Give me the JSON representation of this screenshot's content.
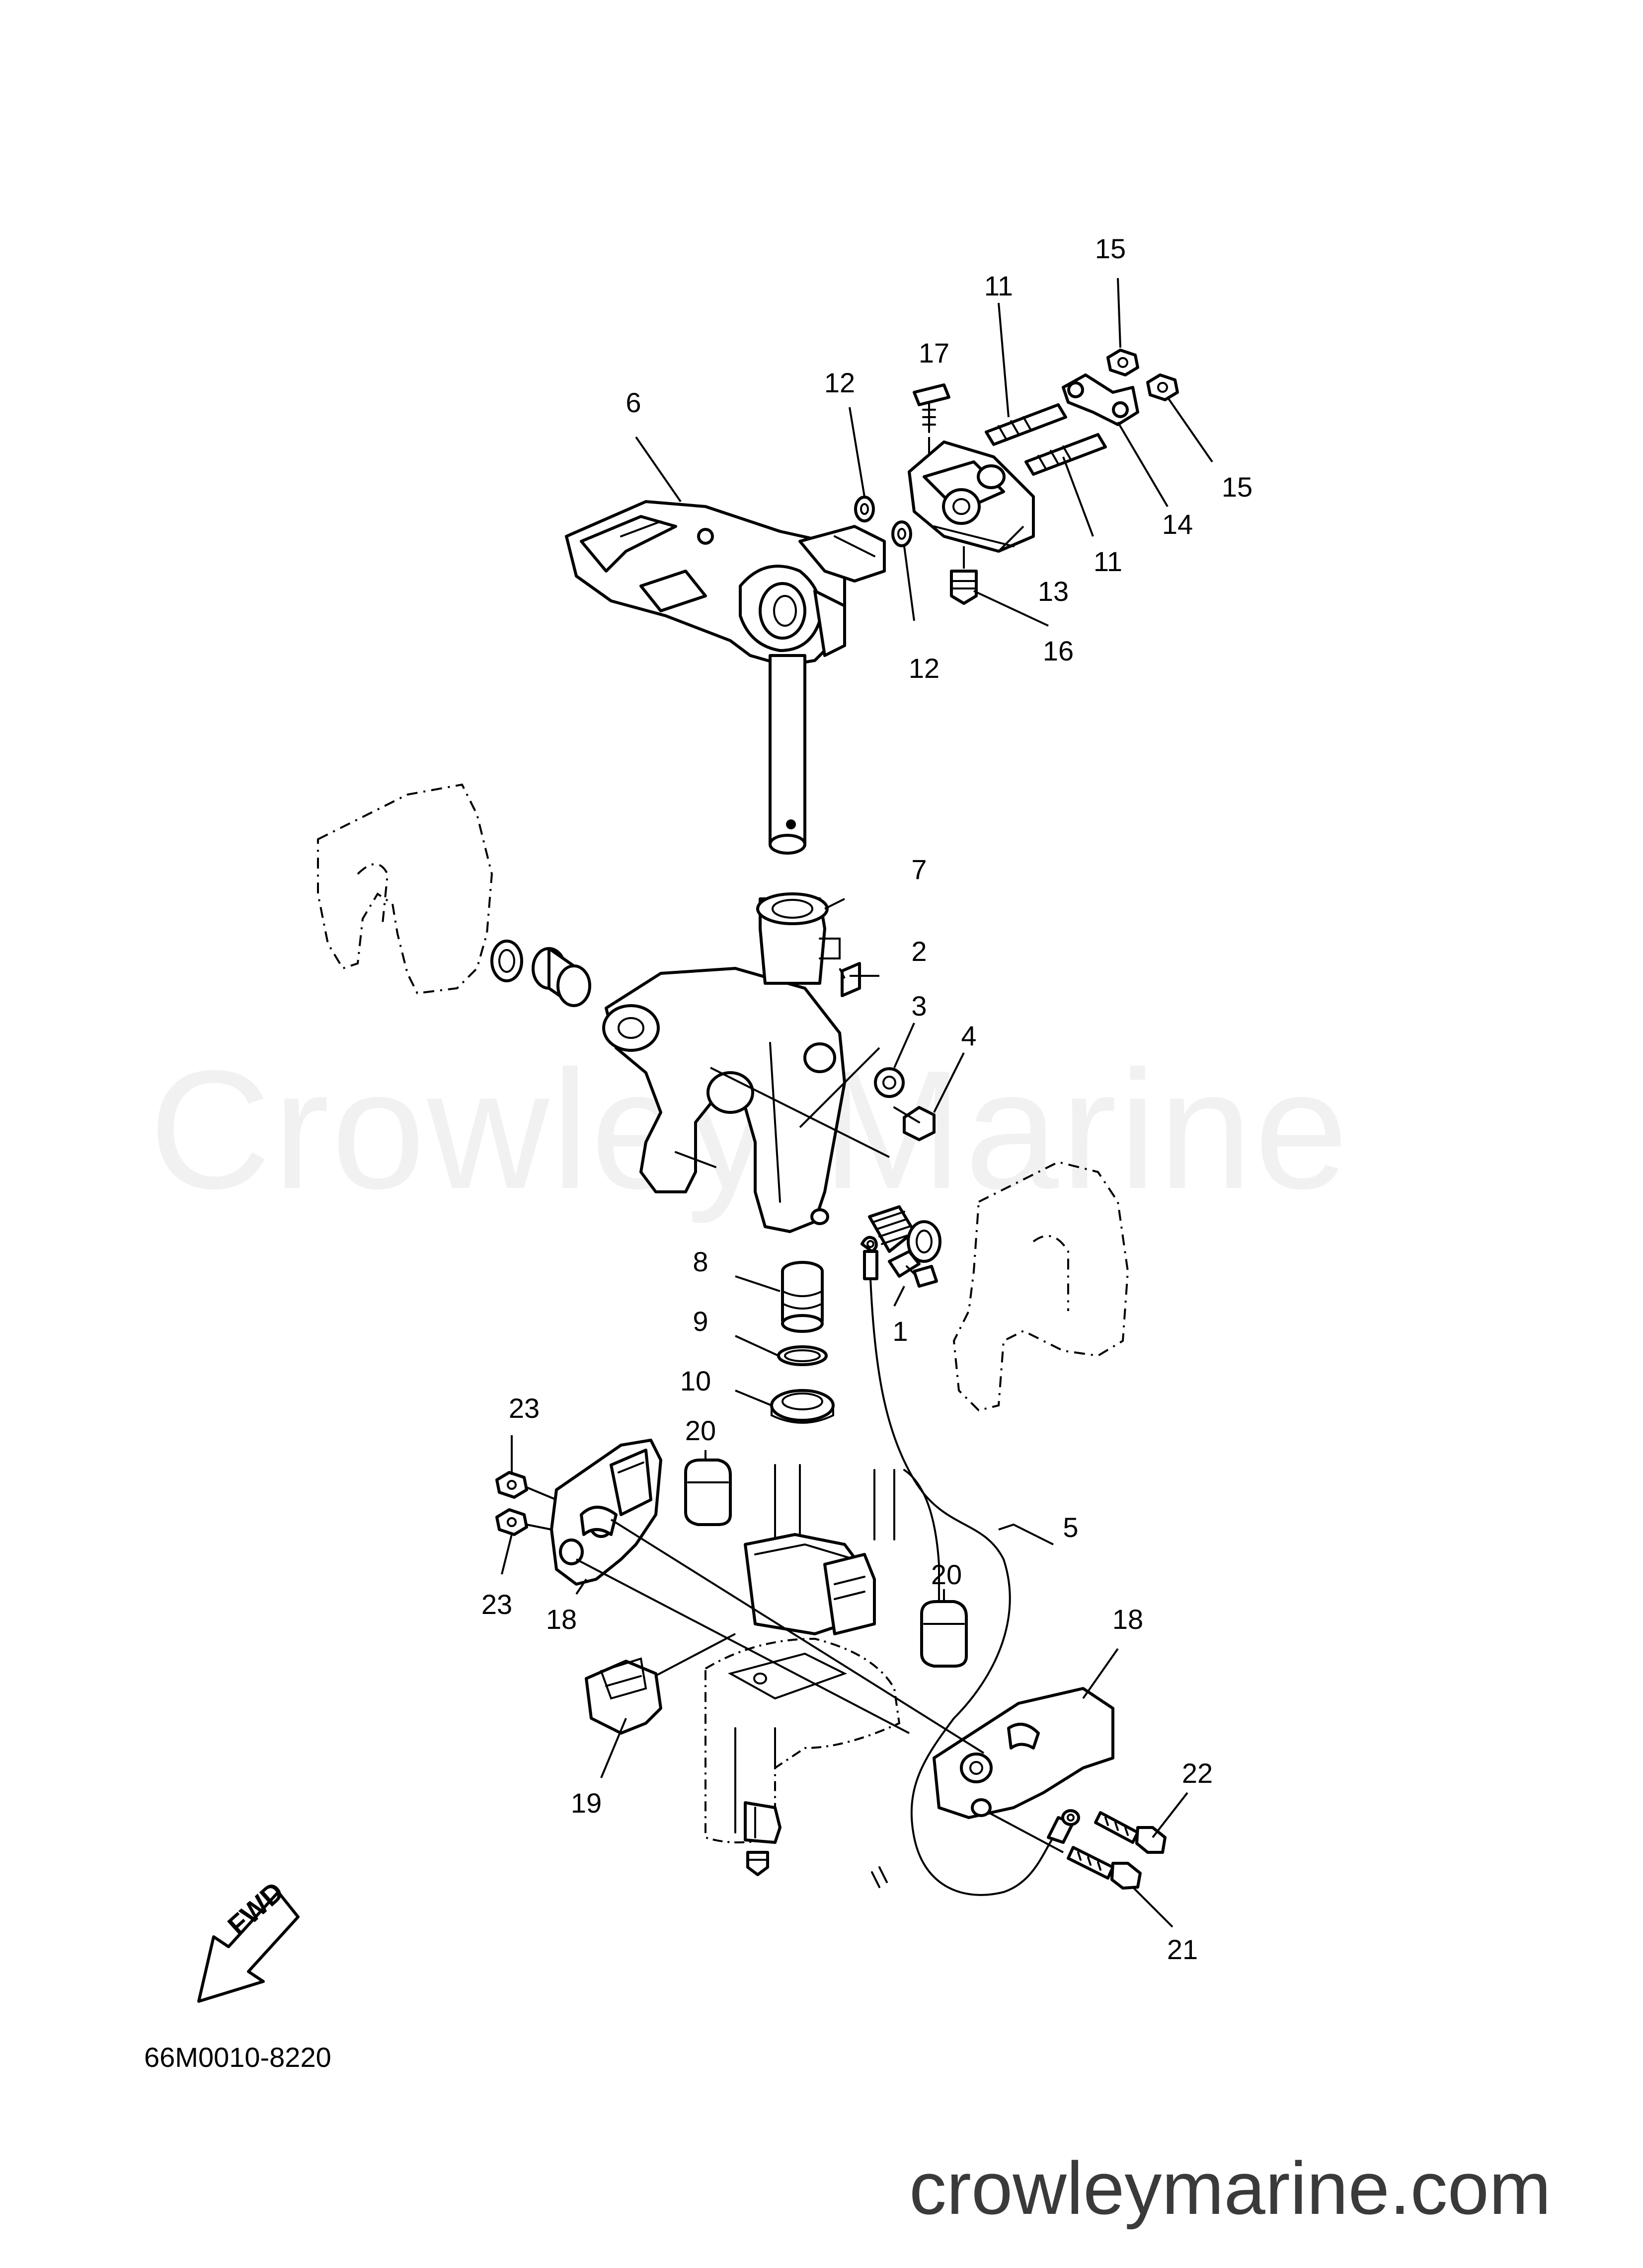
{
  "diagram": {
    "drawing_code": "66M0010-8220",
    "watermark_text": "Crowley Marine",
    "site_url": "crowleymarine.com",
    "fwd_label": "FWD"
  },
  "callouts": [
    {
      "id": "c1",
      "label": "1"
    },
    {
      "id": "c2",
      "label": "2"
    },
    {
      "id": "c3",
      "label": "3"
    },
    {
      "id": "c4",
      "label": "4"
    },
    {
      "id": "c5",
      "label": "5"
    },
    {
      "id": "c6",
      "label": "6"
    },
    {
      "id": "c7",
      "label": "7"
    },
    {
      "id": "c8",
      "label": "8"
    },
    {
      "id": "c9",
      "label": "9"
    },
    {
      "id": "c10",
      "label": "10"
    },
    {
      "id": "c11a",
      "label": "11"
    },
    {
      "id": "c11b",
      "label": "11"
    },
    {
      "id": "c12a",
      "label": "12"
    },
    {
      "id": "c12b",
      "label": "12"
    },
    {
      "id": "c13",
      "label": "13"
    },
    {
      "id": "c14",
      "label": "14"
    },
    {
      "id": "c15a",
      "label": "15"
    },
    {
      "id": "c15b",
      "label": "15"
    },
    {
      "id": "c16",
      "label": "16"
    },
    {
      "id": "c17",
      "label": "17"
    },
    {
      "id": "c18a",
      "label": "18"
    },
    {
      "id": "c18b",
      "label": "18"
    },
    {
      "id": "c19",
      "label": "19"
    },
    {
      "id": "c20a",
      "label": "20"
    },
    {
      "id": "c20b",
      "label": "20"
    },
    {
      "id": "c21",
      "label": "21"
    },
    {
      "id": "c22",
      "label": "22"
    },
    {
      "id": "c23a",
      "label": "23"
    },
    {
      "id": "c23b",
      "label": "23"
    }
  ]
}
